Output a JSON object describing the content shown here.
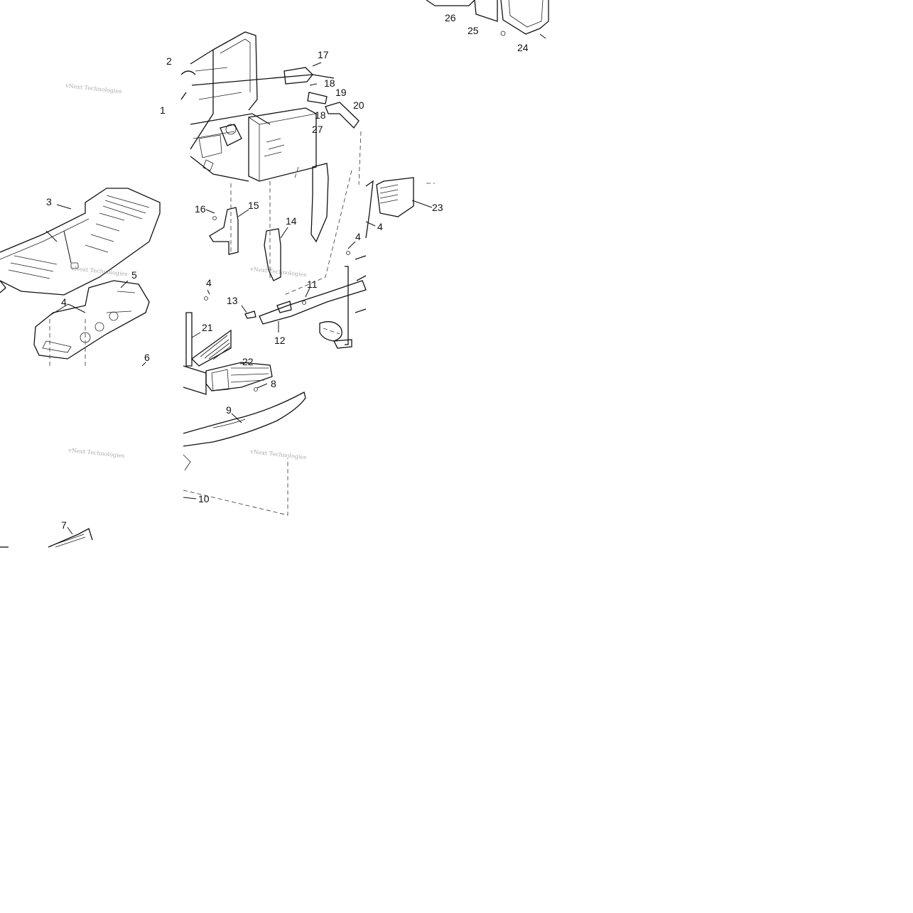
{
  "callouts": [
    "1",
    "2",
    "3",
    "4",
    "4",
    "4",
    "4",
    "5",
    "6",
    "7",
    "8",
    "9",
    "10",
    "11",
    "12",
    "13",
    "14",
    "15",
    "16",
    "17",
    "18",
    "18",
    "19",
    "20",
    "21",
    "22",
    "23",
    "24",
    "25",
    "26",
    "27"
  ],
  "watermarks": [
    "vNext Technologies",
    "vNext Technologies",
    "vNext Technologies",
    "vNext Technologies",
    "vNext Technologies"
  ]
}
